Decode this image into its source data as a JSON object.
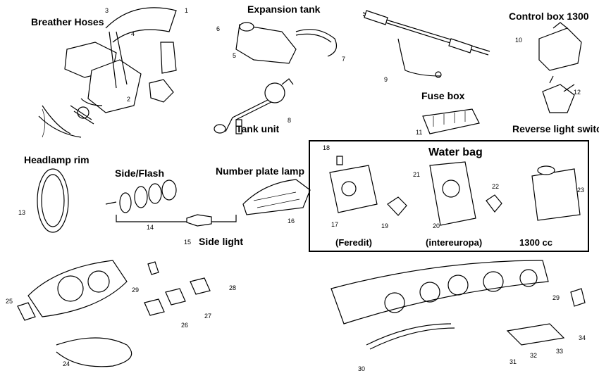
{
  "titles": {
    "breather_hoses": "Breather Hoses",
    "expansion_tank": "Expansion tank",
    "control_box": "Control box 1300",
    "tank_unit": "Tank unit",
    "fuse_box": "Fuse box",
    "reverse_light_switch": "Reverse light switch",
    "headlamp_rim": "Headlamp rim",
    "side_flash": "Side/Flash",
    "number_plate_lamp": "Number plate lamp",
    "side_light": "Side light",
    "water_bag": "Water bag",
    "feredit": "(Feredit)",
    "intereuropa": "(intereuropa)",
    "cc1300": "1300 cc"
  },
  "callouts": [
    "1",
    "2",
    "3",
    "4",
    "5",
    "6",
    "7",
    "8",
    "9",
    "10",
    "11",
    "12",
    "13",
    "14",
    "15",
    "16",
    "17",
    "18",
    "19",
    "20",
    "21",
    "22",
    "23",
    "24",
    "25",
    "26",
    "27",
    "28",
    "29",
    "29",
    "30",
    "31",
    "32",
    "33",
    "34"
  ]
}
